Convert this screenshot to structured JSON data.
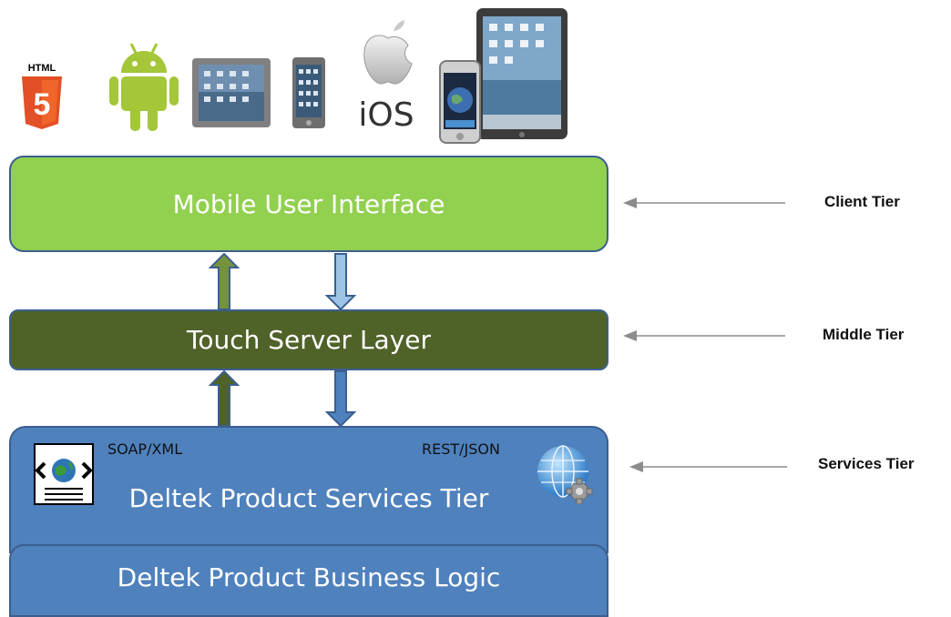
{
  "icons": {
    "html5": {
      "label": "HTML",
      "number": "5"
    },
    "ios": {
      "label": "iOS"
    }
  },
  "boxes": {
    "client": "Mobile User Interface",
    "middle": "Touch Server Layer",
    "services": "Deltek Product Services Tier",
    "business": "Deltek Product Business Logic"
  },
  "services_labels": {
    "soap": "SOAP/XML",
    "rest": "REST/JSON"
  },
  "tiers": {
    "client": "Client Tier",
    "middle": "Middle Tier",
    "services": "Services Tier"
  },
  "colors": {
    "client_fill": "#92d050",
    "middle_fill": "#4f6228",
    "services_fill": "#4f81bd",
    "box_border": "#3b5f8f"
  }
}
